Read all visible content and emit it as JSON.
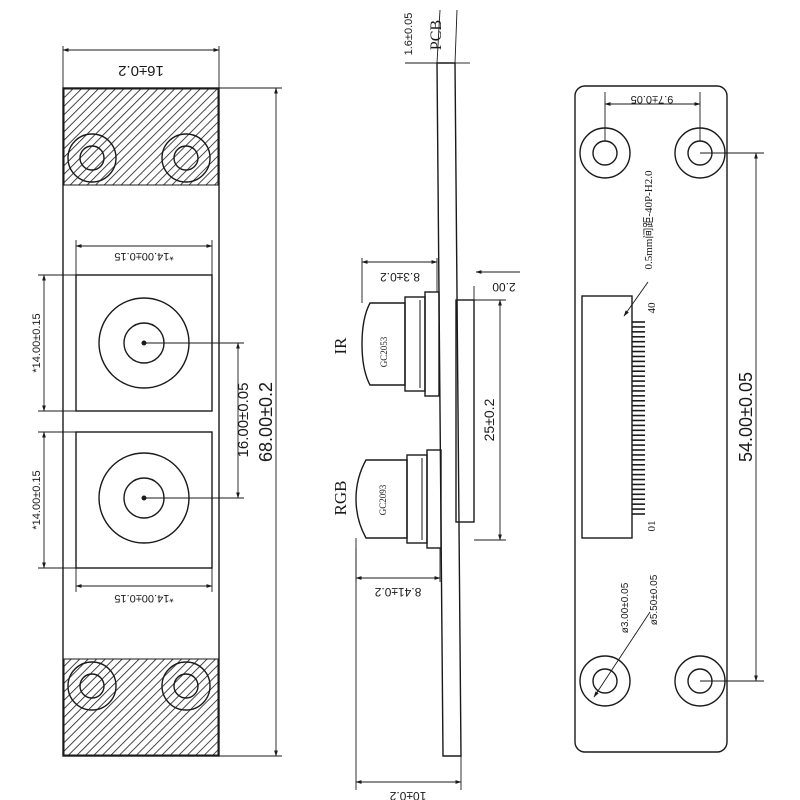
{
  "left_view": {
    "width_dim": "16±0.2",
    "lens_width_top": "*14.00±0.15",
    "lens_width_bottom": "*14.00±0.15",
    "lens_height_top": "*14.00±0.15",
    "lens_height_bottom": "*14.00±0.15",
    "center_distance": "16.00±0.05",
    "total_length": "68.00±0.2"
  },
  "side_view": {
    "pcb_label": "PCB",
    "pcb_thickness": "1.6±0.05",
    "ir_label": "IR",
    "ir_part": "GC2053",
    "rgb_label": "RGB",
    "rgb_part": "GC2093",
    "ir_height": "8.3±0.2",
    "rgb_height": "8.41±0.2",
    "connector_offset": "2.00",
    "connector_span": "25±0.2",
    "base_width": "10±0.2"
  },
  "back_view": {
    "hole_offset": "9.7±0.05",
    "connector_spec": "0.5mm间距-40P-H2.0",
    "pin_first": "01",
    "pin_last": "40",
    "hole_spacing": "54.00±0.05",
    "hole_inner": "ø3.00±0.05",
    "hole_outer": "ø5.50±0.05"
  },
  "colors": {
    "line": "#1a1a1a",
    "background": "#ffffff"
  }
}
